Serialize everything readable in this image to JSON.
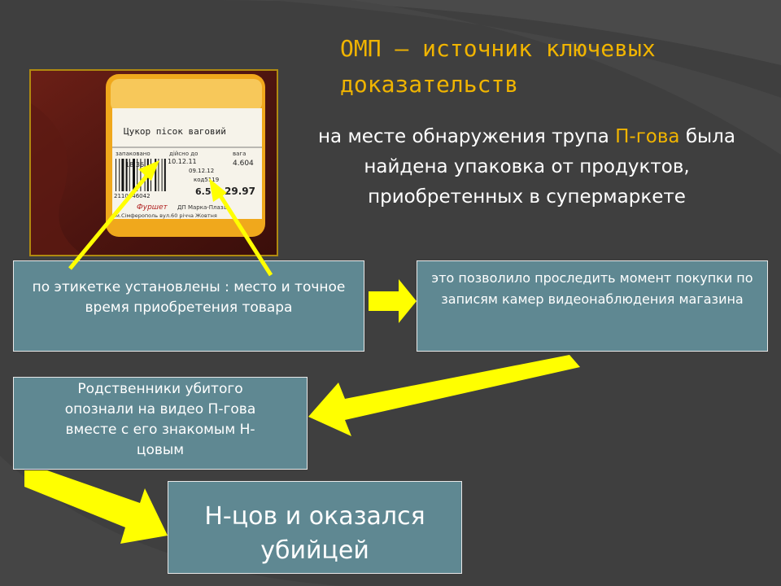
{
  "slide": {
    "title_line1": "ОМП – источник ключевых",
    "title_line2": "доказательств",
    "intro": {
      "prefix": "на месте обнаружения трупа ",
      "highlight": "П-гова",
      "rest": " была найдена упаковка от продуктов, приобретенных в супермаркете"
    }
  },
  "photo_label": {
    "product": "Цукор пісок ваговий",
    "col1_head": "запаковано",
    "col1_value": "18:36",
    "col2_head": "дійсно до",
    "col2_value_1": "10.12.11",
    "col2_value_2": "09.12.12",
    "col3_head": "вага",
    "col3_value": "4.604",
    "code_label": "код5119",
    "barcode_digits": "2110146042",
    "price_1": "6.51",
    "price_2": "29.97",
    "store_name": "Фуршет",
    "address_1": "ДП Марка-Плаза",
    "address_2": "м.Сімферополь вул.60 річча Жовтня"
  },
  "boxes": {
    "b1": "по этикетке установлены : место и точное время приобретения товара",
    "b2": "это позволило проследить момент покупки по записям камер видеонаблюдения магазина",
    "b3_line1": "Родственники убитого",
    "b3_line2": "опознали на видео П-гова",
    "b3_line3": "вместе с его знакомым      Н-",
    "b3_line4": "цовым",
    "b4": "Н-цов и оказался убийцей"
  },
  "colors": {
    "title": "#f0b400",
    "highlight": "#f0b400",
    "box_fill": "#5f8892",
    "arrow": "#ffff00",
    "background": "#3f3f3f"
  }
}
